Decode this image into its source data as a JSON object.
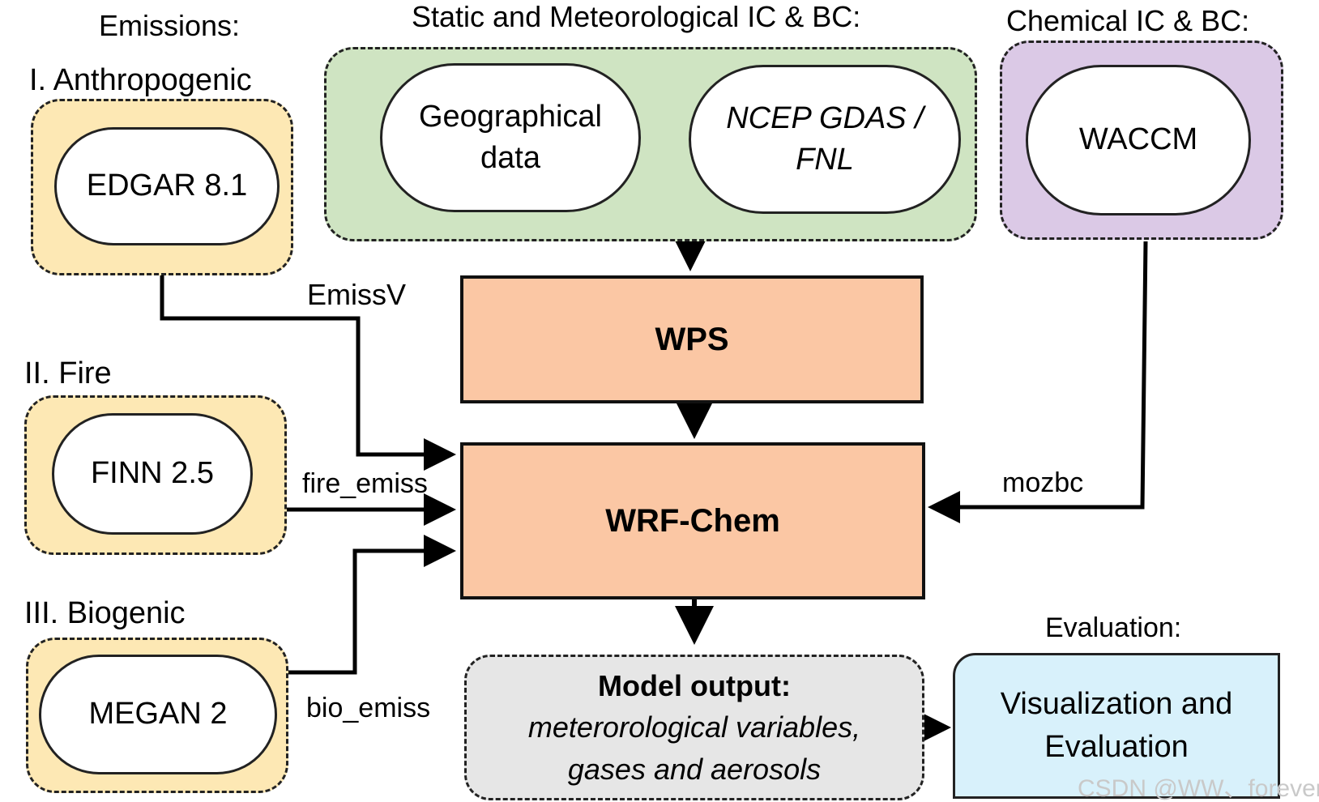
{
  "headings": {
    "emissions": "Emissions:",
    "static_met": "Static and Meteorological IC & BC:",
    "chemical": "Chemical IC & BC:",
    "evaluation": "Evaluation:"
  },
  "emission_sources": {
    "anthropogenic": {
      "title": "I. Anthropogenic",
      "dataset": "EDGAR 8.1",
      "tool": "EmissV"
    },
    "fire": {
      "title": "II. Fire",
      "dataset": "FINN 2.5",
      "tool": "fire_emiss"
    },
    "biogenic": {
      "title": "III. Biogenic",
      "dataset": "MEGAN 2",
      "tool": "bio_emiss"
    }
  },
  "static_met": {
    "geographical_line1": "Geographical",
    "geographical_line2": "data",
    "ncep_line1": "NCEP GDAS /",
    "ncep_line2": "FNL"
  },
  "chemical": {
    "dataset": "WACCM",
    "tool": "mozbc"
  },
  "processes": {
    "wps": "WPS",
    "wrf_chem": "WRF-Chem"
  },
  "output": {
    "title": "Model output:",
    "line1": "meterorological variables,",
    "line2": "gases and aerosols"
  },
  "evaluation_box": {
    "line1": "Visualization and",
    "line2": "Evaluation"
  },
  "watermark": "CSDN @WW、forever",
  "colors": {
    "emission_fill": "#fde8b4",
    "static_fill": "#cfe4c2",
    "chemical_fill": "#dbc9e6",
    "process_fill": "#fbc7a4",
    "output_fill": "#e6e6e6",
    "evaluation_fill": "#d8f1fb"
  }
}
